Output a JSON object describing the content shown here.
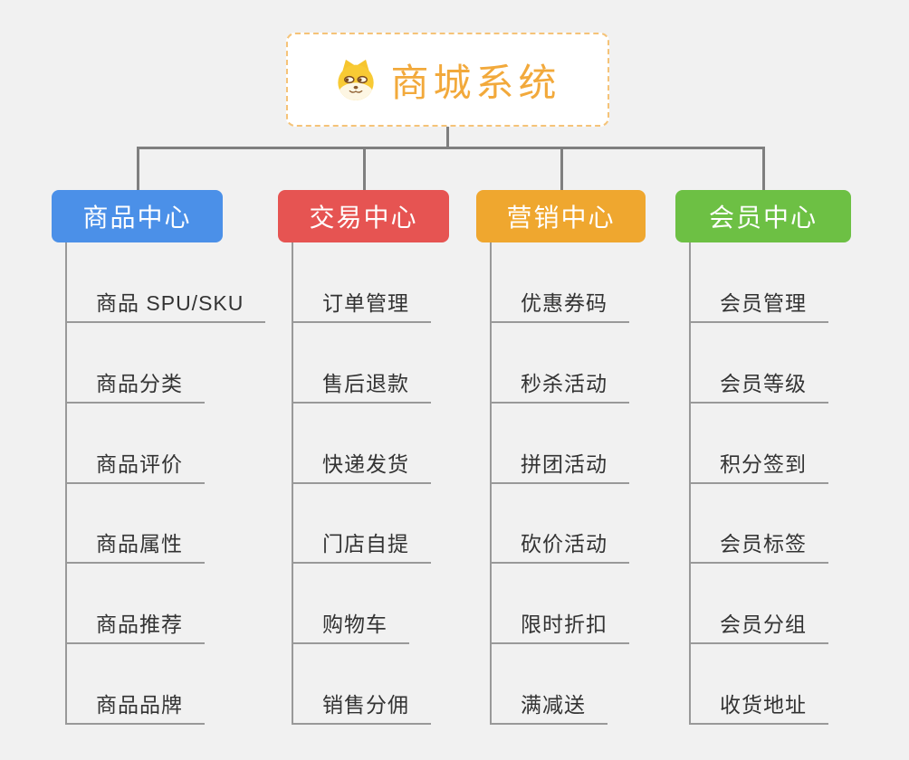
{
  "root": {
    "title": "商城系统",
    "icon": "dog-face-icon",
    "title_color": "#F2A93B",
    "border_color": "#F5C378",
    "background": "#ffffff"
  },
  "colors": {
    "page_background": "#f1f1f1",
    "connector": "#7F7F7F",
    "child_line": "#999999",
    "child_text": "#333333"
  },
  "branches": [
    {
      "label": "商品中心",
      "color": "#4B90E8",
      "items": [
        "商品 SPU/SKU",
        "商品分类",
        "商品评价",
        "商品属性",
        "商品推荐",
        "商品品牌"
      ]
    },
    {
      "label": "交易中心",
      "color": "#E65452",
      "items": [
        "订单管理",
        "售后退款",
        "快递发货",
        "门店自提",
        "购物车",
        "销售分佣"
      ]
    },
    {
      "label": "营销中心",
      "color": "#EFA72F",
      "items": [
        "优惠券码",
        "秒杀活动",
        "拼团活动",
        "砍价活动",
        "限时折扣",
        "满减送"
      ]
    },
    {
      "label": "会员中心",
      "color": "#6DC044",
      "items": [
        "会员管理",
        "会员等级",
        "积分签到",
        "会员标签",
        "会员分组",
        "收货地址"
      ]
    }
  ]
}
